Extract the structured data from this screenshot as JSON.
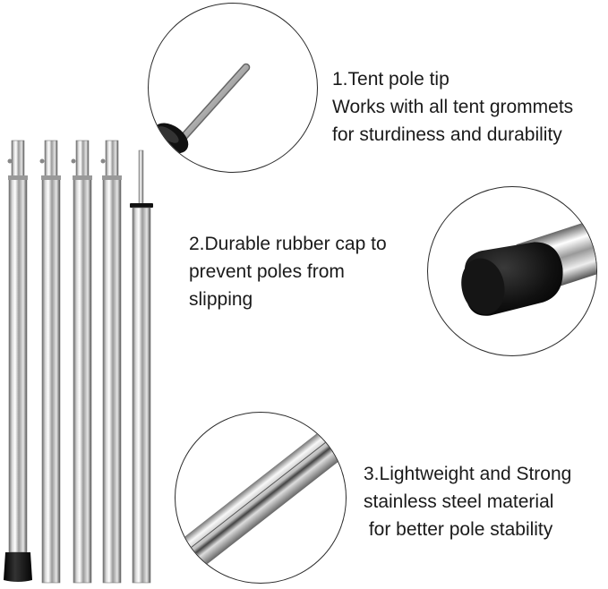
{
  "features": [
    {
      "lines": [
        "1.Tent pole tip",
        "Works with all tent grommets",
        "for sturdiness and durability"
      ]
    },
    {
      "lines": [
        "2.Durable rubber cap to",
        "prevent poles from",
        "slipping"
      ]
    },
    {
      "lines": [
        "3.Lightweight and Strong",
        "stainless steel material",
        " for better pole stability"
      ]
    }
  ],
  "colors": {
    "steel_dark": "#5a5a5a",
    "steel_light": "#f4f4f4",
    "rubber": "#111111",
    "outline": "#2a2a2a"
  },
  "icons": [
    "tent-pole-tip-detail",
    "rubber-cap-detail",
    "steel-tube-detail"
  ]
}
